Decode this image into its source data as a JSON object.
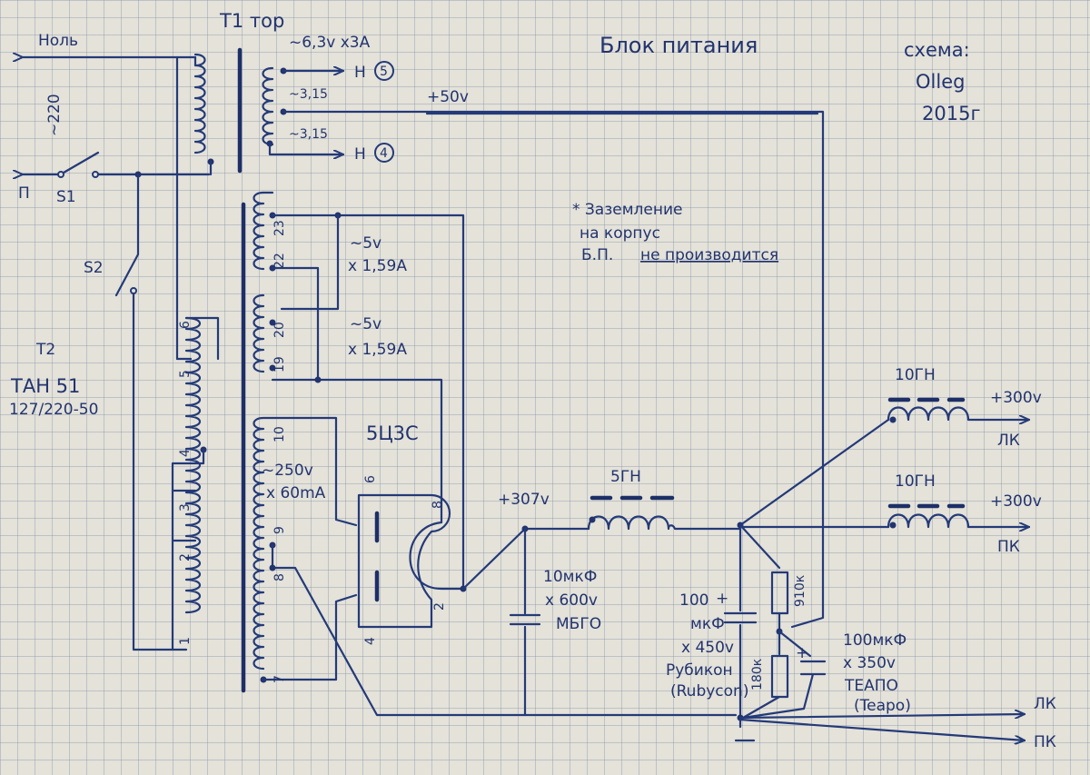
{
  "title": "Блок питания",
  "author": {
    "line1": "схема:",
    "line2": "Olleg",
    "line3": "2015г"
  },
  "note": {
    "line1": "* Заземление",
    "line2": "на корпус",
    "line3": "Б.П.",
    "line3b": "не производится"
  },
  "mains": {
    "neutral": "Ноль",
    "phase": "П",
    "voltage": "~220",
    "s1": "S1",
    "s2": "S2"
  },
  "t1": {
    "label": "T1 тор",
    "w1": "~6,3v x3A",
    "h5": "Н",
    "h5n": "5",
    "half1": "~3,15",
    "half2": "~3,15",
    "h4": "Н",
    "h4n": "4",
    "plus50": "+50v"
  },
  "t2": {
    "label": "T2",
    "type": "ТАН 51",
    "spec": "127/220-50",
    "pins_left": [
      "6",
      "5",
      "4",
      "3",
      "2",
      "1"
    ],
    "pins_right": [
      "23",
      "22",
      "20",
      "19",
      "10",
      "9",
      "8",
      "7"
    ],
    "w5v_a": "~5v",
    "w5v_a2": "x 1,59A",
    "w5v_b": "~5v",
    "w5v_b2": "x 1,59A",
    "w250": "~250v",
    "w250b": "x 60mA"
  },
  "rectifier": {
    "label": "5Ц3С",
    "pin6": "6",
    "pin8": "8",
    "pin4": "4",
    "pin2": "2"
  },
  "filter": {
    "v307": "+307v",
    "choke": "5ГН",
    "c1": "10мкФ",
    "c1b": "x 600v",
    "c1c": "МБГО",
    "c2": "100",
    "c2plus": "+",
    "c2b": "мкФ",
    "c2c": "x 450v",
    "c2d": "Рубикон",
    "c2e": "(Rubycon)",
    "r1": "910к",
    "r2": "180к",
    "c3": "100мкФ",
    "c3b": "x 350v",
    "c3c": "ТЕАПО",
    "c3d": "(Teapo)",
    "c3plus": "+"
  },
  "outputs": {
    "choke_l": "10ГН",
    "v_l": "+300v",
    "lk": "ЛК",
    "choke_r": "10ГН",
    "v_r": "+300v",
    "pk": "ПК",
    "gnd_lk": "ЛК",
    "gnd_pk": "ПК"
  }
}
